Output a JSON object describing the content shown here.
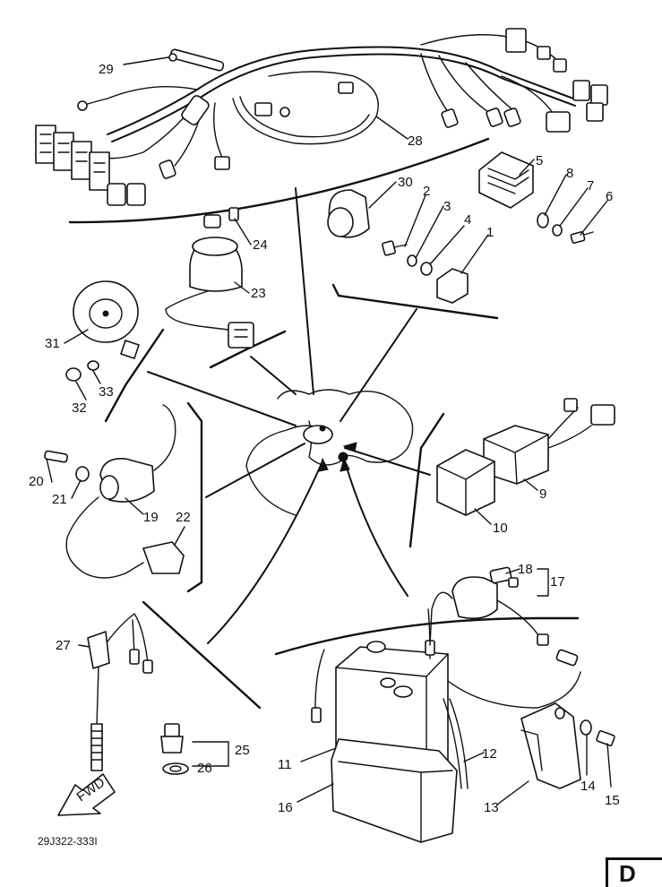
{
  "diagram": {
    "code": "29J322-333I",
    "fwd": "FWD",
    "corner_label": "D",
    "callouts": [
      {
        "id": "c1",
        "text": "1"
      },
      {
        "id": "c2",
        "text": "2"
      },
      {
        "id": "c3",
        "text": "3"
      },
      {
        "id": "c4",
        "text": "4"
      },
      {
        "id": "c5",
        "text": "5"
      },
      {
        "id": "c6",
        "text": "6"
      },
      {
        "id": "c7",
        "text": "7"
      },
      {
        "id": "c8",
        "text": "8"
      },
      {
        "id": "c9",
        "text": "9"
      },
      {
        "id": "c10",
        "text": "10"
      },
      {
        "id": "c11",
        "text": "11"
      },
      {
        "id": "c12",
        "text": "12"
      },
      {
        "id": "c13",
        "text": "13"
      },
      {
        "id": "c14",
        "text": "14"
      },
      {
        "id": "c15",
        "text": "15"
      },
      {
        "id": "c16",
        "text": "16"
      },
      {
        "id": "c17",
        "text": "17"
      },
      {
        "id": "c18",
        "text": "18"
      },
      {
        "id": "c19",
        "text": "19"
      },
      {
        "id": "c20",
        "text": "20"
      },
      {
        "id": "c21",
        "text": "21"
      },
      {
        "id": "c22",
        "text": "22"
      },
      {
        "id": "c23",
        "text": "23"
      },
      {
        "id": "c24",
        "text": "24"
      },
      {
        "id": "c25",
        "text": "25"
      },
      {
        "id": "c26",
        "text": "26"
      },
      {
        "id": "c27",
        "text": "27"
      },
      {
        "id": "c28",
        "text": "28"
      },
      {
        "id": "c29",
        "text": "29"
      },
      {
        "id": "c30",
        "text": "30"
      },
      {
        "id": "c31",
        "text": "31"
      },
      {
        "id": "c32",
        "text": "32"
      },
      {
        "id": "c33",
        "text": "33"
      }
    ]
  }
}
